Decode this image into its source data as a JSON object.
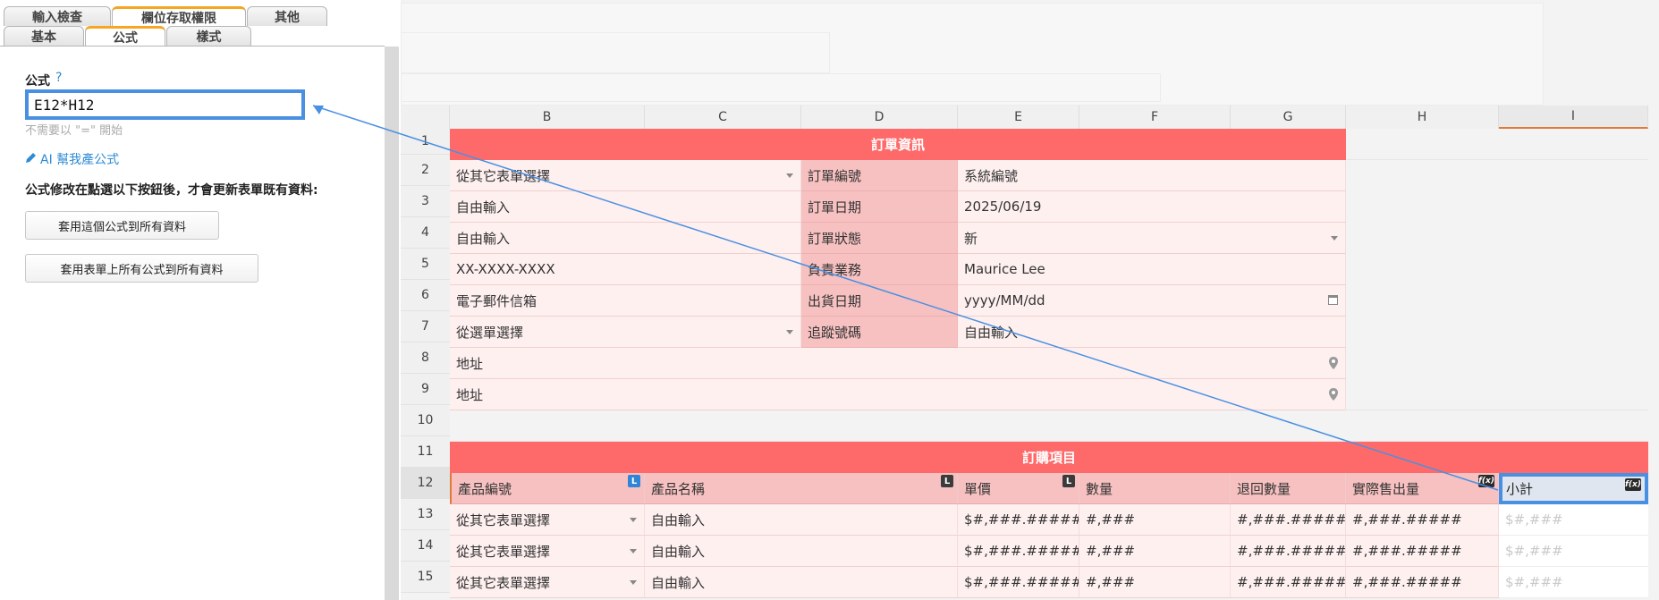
{
  "tabs_row1": [
    "輸入檢查",
    "欄位存取權限",
    "其他"
  ],
  "tabs_row2": [
    "基本",
    "公式",
    "樣式"
  ],
  "formula": {
    "label": "公式",
    "help": "?",
    "value": "E12*H12",
    "hint": "不需要以 \"=\" 開始",
    "ai_link": "AI 幫我產公式",
    "update_note": "公式修改在點選以下按鈕後，才會更新表單既有資料:",
    "apply_one": "套用這個公式到所有資料",
    "apply_all": "套用表單上所有公式到所有資料"
  },
  "sheet": {
    "columns": [
      "B",
      "C",
      "D",
      "E",
      "F",
      "G",
      "H",
      "I"
    ],
    "rows": [
      "1",
      "2",
      "3",
      "4",
      "5",
      "6",
      "7",
      "8",
      "9",
      "10",
      "11",
      "12",
      "13",
      "14",
      "15"
    ],
    "section1_title": "訂單資訊",
    "section2_title": "訂購項目",
    "order_info": {
      "r2_left": "從其它表單選擇",
      "r2_label": "訂單編號",
      "r2_value": "系統編號",
      "r3_left": "自由輸入",
      "r3_label": "訂單日期",
      "r3_value": "2025/06/19",
      "r4_left": "自由輸入",
      "r4_label": "訂單狀態",
      "r4_value": "新",
      "r5_left": "XX-XXXX-XXXX",
      "r5_label": "負責業務",
      "r5_value": "Maurice Lee",
      "r6_left": "電子郵件信箱",
      "r6_label": "出貨日期",
      "r6_value": "yyyy/MM/dd",
      "r7_left": "從選單選擇",
      "r7_label": "追蹤號碼",
      "r7_value": "自由輸入",
      "r8_left": "地址",
      "r9_left": "地址"
    },
    "item_headers": [
      "產品編號",
      "產品名稱",
      "單價",
      "數量",
      "退回數量",
      "實際售出量",
      "小計"
    ],
    "badges": {
      "product_id": "L",
      "product_name": "L",
      "unit_price": "L",
      "fx": "f(x)"
    },
    "item_row": [
      "從其它表單選擇",
      "自由輸入",
      "$#,###.#####",
      "#,###",
      "#,###.#####",
      "#,###.#####",
      "$#,###"
    ]
  },
  "colors": {
    "accent": "#4a90e2",
    "band": "#fe6a6a",
    "header_cell": "#f7c1c1",
    "light_cell": "#fff0f0"
  }
}
